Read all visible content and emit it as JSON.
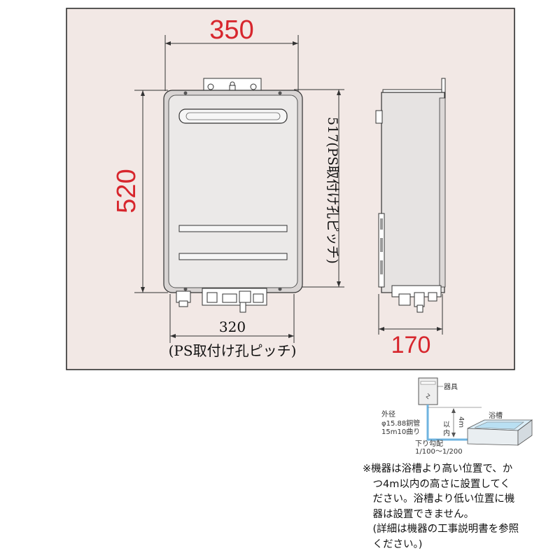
{
  "drawing": {
    "width_label": "350",
    "height_label": "520",
    "depth_label": "170",
    "bottom_pitch_value": "320",
    "bottom_pitch_caption": "(PS取付け孔ピッチ)",
    "side_pitch_label": "517(PS取付け孔ピッチ)"
  },
  "installation_diagram": {
    "device_label": "器具",
    "bathtub_label": "浴槽",
    "pipe_label_1": "外径",
    "pipe_label_2": "φ15.88銅管",
    "pipe_label_3": "15m10曲り",
    "height_label": "4m",
    "height_suffix_1": "以",
    "height_suffix_2": "内",
    "slope_label_1": "下り勾配",
    "slope_label_2": "1/100〜1/200"
  },
  "note": {
    "lines": [
      "※機器は浴槽より高い位置で、か",
      "　つ4m以内の高さに設置してく",
      "　ださい。浴槽より低い位置に機",
      "　器は設置できません。",
      "　(詳細は機器の工事説明書を参照",
      "　ください。)"
    ]
  },
  "colors": {
    "frame_bg": "#f2e8e5",
    "dimension_red": "#d7262d",
    "pipe_blue": "#6fb4e0"
  }
}
